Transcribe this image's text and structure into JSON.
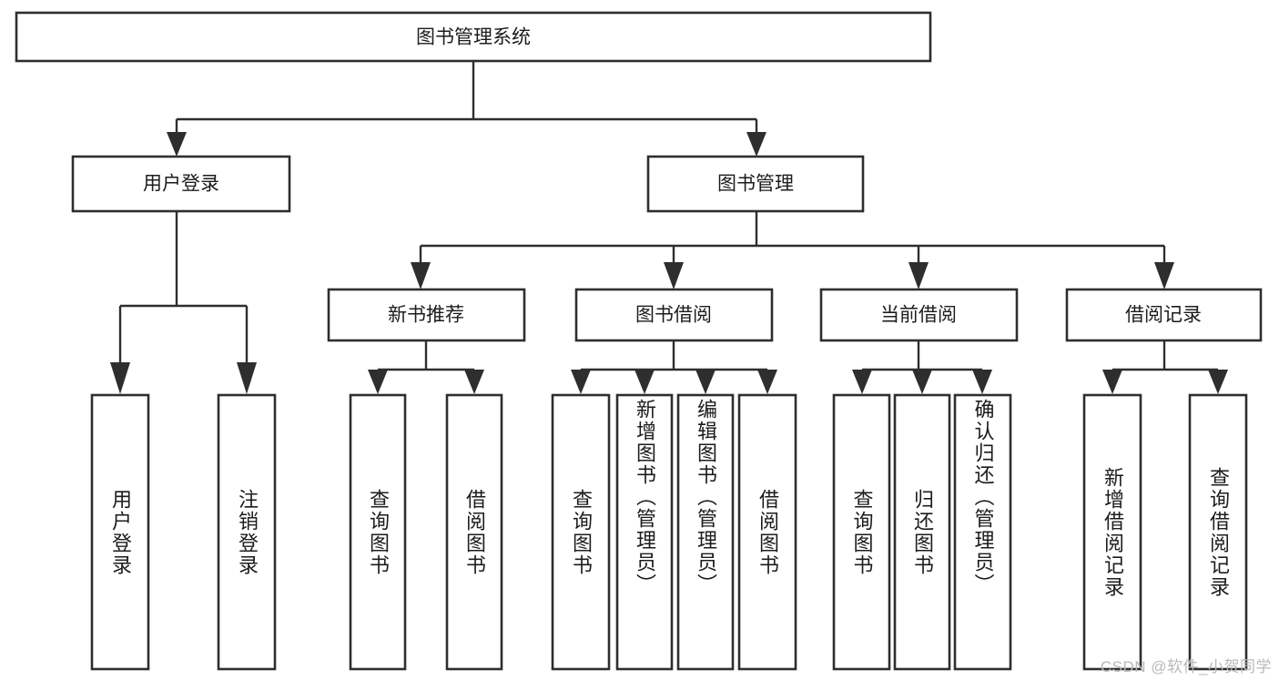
{
  "diagram": {
    "type": "tree-hierarchy",
    "title": "图书管理系统",
    "watermark": "CSDN @软件_小贺同学",
    "root": {
      "id": "root",
      "label": "图书管理系统"
    },
    "level2": [
      {
        "id": "user-login",
        "label": "用户登录"
      },
      {
        "id": "book-management",
        "label": "图书管理"
      }
    ],
    "level3": [
      {
        "id": "new-book-recommend",
        "label": "新书推荐",
        "parent": "book-management"
      },
      {
        "id": "book-borrow",
        "label": "图书借阅",
        "parent": "book-management"
      },
      {
        "id": "current-borrow",
        "label": "当前借阅",
        "parent": "book-management"
      },
      {
        "id": "borrow-record",
        "label": "借阅记录",
        "parent": "book-management"
      }
    ],
    "leaves": {
      "user-login": [
        {
          "id": "leaf-user-login",
          "label": "用户登录"
        },
        {
          "id": "leaf-user-logout",
          "label": "注销登录"
        }
      ],
      "new-book-recommend": [
        {
          "id": "leaf-query-book-1",
          "label": "查询图书"
        },
        {
          "id": "leaf-borrow-book-1",
          "label": "借阅图书"
        }
      ],
      "book-borrow": [
        {
          "id": "leaf-query-book-2",
          "label": "查询图书"
        },
        {
          "id": "leaf-add-book",
          "label": "新增图书（管理员）"
        },
        {
          "id": "leaf-edit-book",
          "label": "编辑图书（管理员）"
        },
        {
          "id": "leaf-borrow-book-2",
          "label": "借阅图书"
        }
      ],
      "current-borrow": [
        {
          "id": "leaf-query-book-3",
          "label": "查询图书"
        },
        {
          "id": "leaf-return-book",
          "label": "归还图书"
        },
        {
          "id": "leaf-confirm-return",
          "label": "确认归还（管理员）"
        }
      ],
      "borrow-record": [
        {
          "id": "leaf-add-record",
          "label": "新增借阅记录"
        },
        {
          "id": "leaf-query-record",
          "label": "查询借阅记录"
        }
      ]
    },
    "colors": {
      "box_stroke": "#2e2e2e",
      "box_fill": "#ffffff",
      "connector": "#2e2e2e",
      "text": "#1c1c1c",
      "watermark": "#b9b9b9",
      "background": "#ffffff"
    }
  }
}
